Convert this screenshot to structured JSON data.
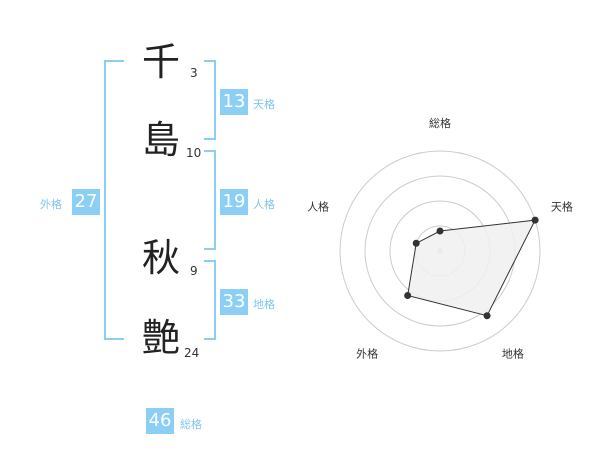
{
  "name": {
    "chars": [
      {
        "char": "千",
        "strokes": "3"
      },
      {
        "char": "島",
        "strokes": "10"
      },
      {
        "char": "秋",
        "strokes": "9"
      },
      {
        "char": "艶",
        "strokes": "24"
      }
    ]
  },
  "fortunes": {
    "tenkaku": {
      "label": "天格",
      "value": "13"
    },
    "jinkaku": {
      "label": "人格",
      "value": "19"
    },
    "chikaku": {
      "label": "地格",
      "value": "33"
    },
    "gaikaku": {
      "label": "外格",
      "value": "27"
    },
    "soukaku": {
      "label": "総格",
      "value": "46"
    }
  },
  "colors": {
    "accent": "#8ccff5",
    "label": "#7ec6ef",
    "polygon_fill": "#f0f0f0",
    "polygon_stroke": "#333333"
  },
  "chart_data": {
    "type": "radar",
    "axes": [
      "総格",
      "天格",
      "地格",
      "外格",
      "人格"
    ],
    "values": [
      0.2,
      1.0,
      0.8,
      0.55,
      0.25
    ],
    "scale": [
      0,
      1
    ],
    "rings": 4
  }
}
